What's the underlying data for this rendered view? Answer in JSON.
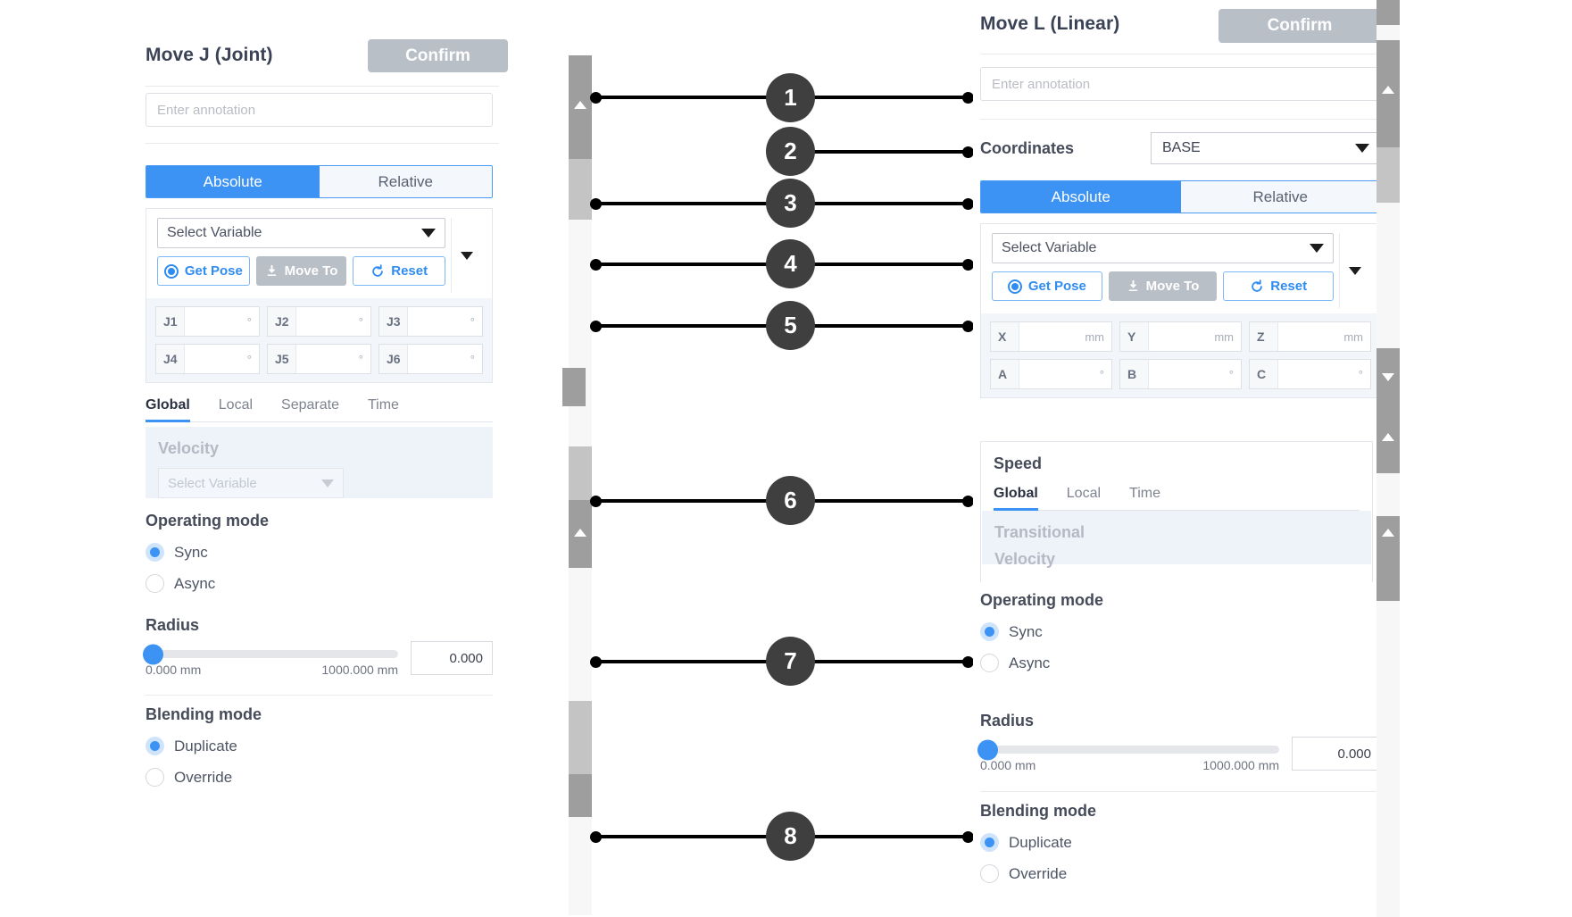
{
  "left_panel": {
    "title": "Move J (Joint)",
    "confirm_label": "Confirm",
    "annotation_placeholder": "Enter annotation",
    "mode_tabs": {
      "absolute": "Absolute",
      "relative": "Relative"
    },
    "variable_select": "Select Variable",
    "buttons": {
      "get_pose": "Get Pose",
      "move_to": "Move To",
      "reset": "Reset"
    },
    "joint_fields": [
      {
        "label": "J1",
        "value": "",
        "unit": "°"
      },
      {
        "label": "J2",
        "value": "",
        "unit": "°"
      },
      {
        "label": "J3",
        "value": "",
        "unit": "°"
      },
      {
        "label": "J4",
        "value": "",
        "unit": "°"
      },
      {
        "label": "J5",
        "value": "",
        "unit": "°"
      },
      {
        "label": "J6",
        "value": "",
        "unit": "°"
      }
    ],
    "speed_tabs": [
      "Global",
      "Local",
      "Separate",
      "Time"
    ],
    "velocity_heading": "Velocity",
    "velocity_select": "Select Variable",
    "operating_mode": {
      "heading": "Operating mode",
      "options": [
        "Sync",
        "Async"
      ],
      "selected": "Sync"
    },
    "radius": {
      "heading": "Radius",
      "min_label": "0.000 mm",
      "max_label": "1000.000 mm",
      "value": "0.000",
      "min": 0,
      "max": 1000,
      "current": 0
    },
    "blending_mode": {
      "heading": "Blending mode",
      "options": [
        "Duplicate",
        "Override"
      ],
      "selected": "Duplicate"
    }
  },
  "right_panel": {
    "title": "Move L (Linear)",
    "confirm_label": "Confirm",
    "annotation_placeholder": "Enter annotation",
    "coordinates": {
      "label": "Coordinates",
      "value": "BASE"
    },
    "mode_tabs": {
      "absolute": "Absolute",
      "relative": "Relative"
    },
    "variable_select": "Select Variable",
    "buttons": {
      "get_pose": "Get Pose",
      "move_to": "Move To",
      "reset": "Reset"
    },
    "pose_fields": [
      {
        "label": "X",
        "value": "",
        "unit": "mm"
      },
      {
        "label": "Y",
        "value": "",
        "unit": "mm"
      },
      {
        "label": "Z",
        "value": "",
        "unit": "mm"
      },
      {
        "label": "A",
        "value": "",
        "unit": "°"
      },
      {
        "label": "B",
        "value": "",
        "unit": "°"
      },
      {
        "label": "C",
        "value": "",
        "unit": "°"
      }
    ],
    "speed_heading": "Speed",
    "speed_tabs": [
      "Global",
      "Local",
      "Time"
    ],
    "transitional_heading": "Transitional",
    "transitional_sub": "Velocity",
    "operating_mode": {
      "heading": "Operating mode",
      "options": [
        "Sync",
        "Async"
      ],
      "selected": "Sync"
    },
    "radius": {
      "heading": "Radius",
      "min_label": "0.000 mm",
      "max_label": "1000.000 mm",
      "value": "0.000",
      "min": 0,
      "max": 1000,
      "current": 0
    },
    "blending_mode": {
      "heading": "Blending mode",
      "options": [
        "Duplicate",
        "Override"
      ],
      "selected": "Duplicate"
    }
  },
  "callouts": [
    {
      "n": "1"
    },
    {
      "n": "2"
    },
    {
      "n": "3"
    },
    {
      "n": "4"
    },
    {
      "n": "5"
    },
    {
      "n": "6"
    },
    {
      "n": "7"
    },
    {
      "n": "8"
    }
  ],
  "colors": {
    "accent_blue": "#3d93f4",
    "confirm_grey": "#b9bfc6",
    "callout_dark": "#3f3f3f",
    "field_band": "#f2f6fb",
    "disabled_grey": "#b4bac4"
  }
}
